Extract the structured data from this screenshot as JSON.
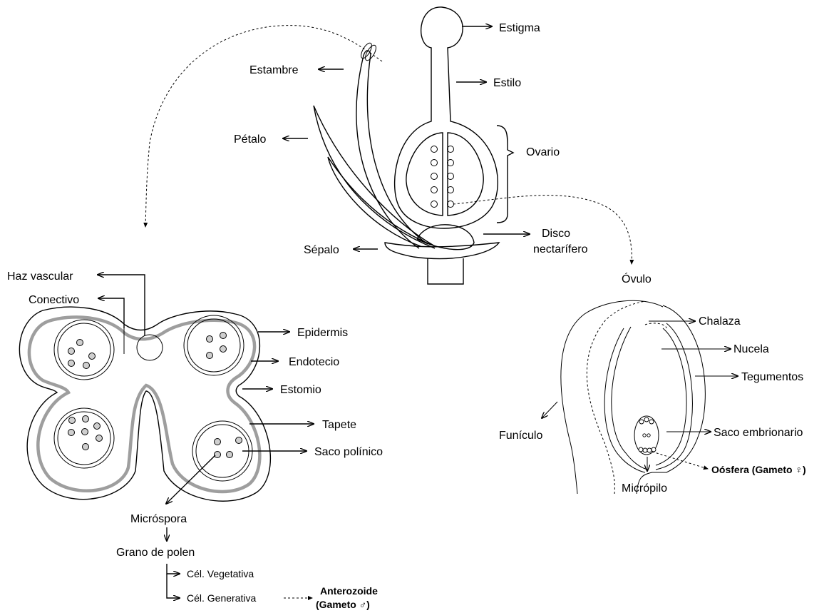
{
  "flower": {
    "labels": {
      "estigma": "Estigma",
      "estilo": "Estilo",
      "estambre": "Estambre",
      "petalo": "Pétalo",
      "ovario": "Ovario",
      "disco_1": "Disco",
      "disco_2": "nectarífero",
      "sepalo": "Sépalo",
      "ovulo": "Óvulo"
    }
  },
  "anther": {
    "labels": {
      "haz_vascular": "Haz vascular",
      "conectivo": "Conectivo",
      "epidermis": "Epidermis",
      "endotecio": "Endotecio",
      "estomio": "Estomio",
      "tapete": "Tapete",
      "saco_polinico": "Saco polínico"
    }
  },
  "development": {
    "microspora": "Micróspora",
    "grano": "Grano de polen",
    "cel_vegetativa": "Cél. Vegetativa",
    "cel_generativa": "Cél. Generativa",
    "anterozoide_1": "Anterozoide",
    "anterozoide_2": "(Gameto ♂)"
  },
  "ovule": {
    "labels": {
      "chalaza": "Chalaza",
      "nucela": "Nucela",
      "tegumentos": "Tegumentos",
      "funiculo": "Funículo",
      "saco_embrionario": "Saco embrionario",
      "oosfera": "Oósfera (Gameto ♀)",
      "micropilo": "Micrópilo"
    }
  },
  "colors": {
    "line": "#000000",
    "wall": "#9e9e9e",
    "background": "#ffffff"
  }
}
